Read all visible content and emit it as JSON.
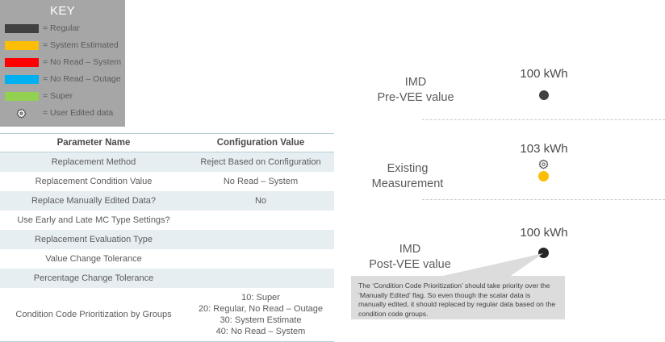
{
  "key": {
    "title": "KEY",
    "items": [
      {
        "label": "= Regular",
        "color": "#404040",
        "icon": "color-swatch"
      },
      {
        "label": "= System Estimated",
        "color": "#febd06",
        "icon": "color-swatch"
      },
      {
        "label": "= No Read – System",
        "color": "#fe0000",
        "icon": "color-swatch"
      },
      {
        "label": "= No Read – Outage",
        "color": "#00b0f0",
        "icon": "color-swatch"
      },
      {
        "label": "= Super",
        "color": "#92d050",
        "icon": "color-swatch"
      },
      {
        "label": "= User Edited data",
        "color": "#ffffff",
        "icon": "gear-icon"
      }
    ],
    "background_color": "#a6a6a6",
    "title_color": "#ffffff"
  },
  "table": {
    "headers": [
      "Parameter Name",
      "Configuration Value"
    ],
    "rows": [
      {
        "parameter": "Replacement Method",
        "value": "Reject Based on Configuration"
      },
      {
        "parameter": "Replacement Condition Value",
        "value": "No Read – System"
      },
      {
        "parameter": "Replace Manually Edited Data?",
        "value": "No"
      },
      {
        "parameter": "Use Early and Late MC Type Settings?",
        "value": ""
      },
      {
        "parameter": "Replacement Evaluation Type",
        "value": ""
      },
      {
        "parameter": "Value Change Tolerance",
        "value": ""
      },
      {
        "parameter": "Percentage Change Tolerance",
        "value": ""
      },
      {
        "parameter": "Condition Code Prioritization by Groups",
        "value": "10: Super\n20: Regular, No Read – Outage\n30: System Estimate\n40: No Read – System"
      }
    ],
    "border_color": "#b8cfd8",
    "alt_row_color": "#e6eef2"
  },
  "diagram": {
    "stages": [
      {
        "name": "imd-pre-vee",
        "label": "IMD\nPre-VEE value",
        "value": "100 kWh",
        "dot_color": "#404040",
        "has_gear": false
      },
      {
        "name": "existing-measurement",
        "label": "Existing\nMeasurement",
        "value": "103 kWh",
        "dot_color": "#febd06",
        "has_gear": true
      },
      {
        "name": "imd-post-vee",
        "label": "IMD\nPost-VEE value",
        "value": "100 kWh",
        "dot_color": "#262626",
        "has_gear": false
      }
    ],
    "callout": {
      "text": "The ‘Condition Code Prioritization’ should take priority over the ‘Manually Edited’ flag.  So even though the scalar data is manually edited, it should replaced by regular data based on the condition code groups.",
      "background_color": "#dcdcdc"
    },
    "separator_color": "#c9c9c9"
  }
}
